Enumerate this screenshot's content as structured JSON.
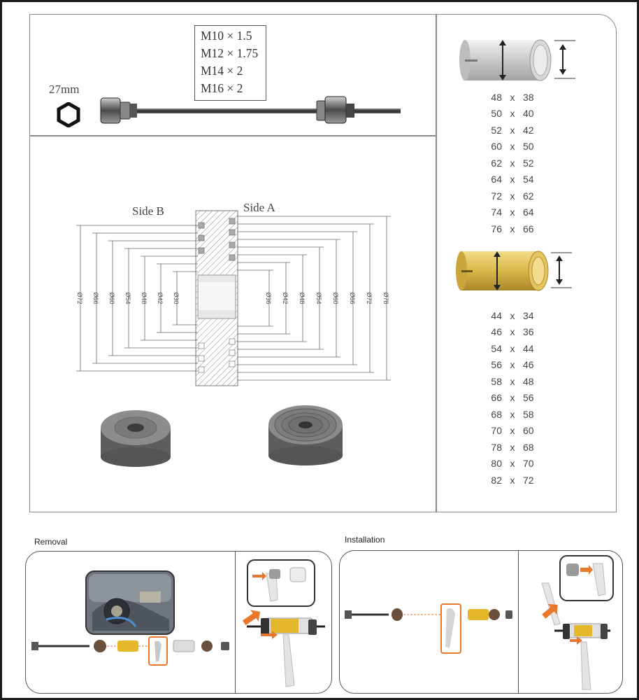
{
  "hex_socket": {
    "label": "27mm"
  },
  "thread_sizes": [
    "M10 × 1.5",
    "M12 × 1.75",
    "M14 × 2",
    "M16 × 2"
  ],
  "diagram": {
    "side_b_label": "Side B",
    "side_a_label": "Side A",
    "dims_side_b": [
      "Ø72",
      "Ø66",
      "Ø60",
      "Ø54",
      "Ø48",
      "Ø42",
      "Ø30"
    ],
    "dims_side_a": [
      "Ø36",
      "Ø42",
      "Ø48",
      "Ø54",
      "Ø60",
      "Ø66",
      "Ø72",
      "Ø78"
    ]
  },
  "silver_sleeves": [
    {
      "a": "48",
      "x": "x",
      "b": "38"
    },
    {
      "a": "50",
      "x": "x",
      "b": "40"
    },
    {
      "a": "52",
      "x": "x",
      "b": "42"
    },
    {
      "a": "60",
      "x": "x",
      "b": "50"
    },
    {
      "a": "62",
      "x": "x",
      "b": "52"
    },
    {
      "a": "64",
      "x": "x",
      "b": "54"
    },
    {
      "a": "72",
      "x": "x",
      "b": "62"
    },
    {
      "a": "74",
      "x": "x",
      "b": "64"
    },
    {
      "a": "76",
      "x": "x",
      "b": "66"
    }
  ],
  "gold_sleeves": [
    {
      "a": "44",
      "x": "x",
      "b": "34"
    },
    {
      "a": "46",
      "x": "x",
      "b": "36"
    },
    {
      "a": "54",
      "x": "x",
      "b": "44"
    },
    {
      "a": "56",
      "x": "x",
      "b": "46"
    },
    {
      "a": "58",
      "x": "x",
      "b": "48"
    },
    {
      "a": "66",
      "x": "x",
      "b": "56"
    },
    {
      "a": "68",
      "x": "x",
      "b": "58"
    },
    {
      "a": "70",
      "x": "x",
      "b": "60"
    },
    {
      "a": "78",
      "x": "x",
      "b": "68"
    },
    {
      "a": "80",
      "x": "x",
      "b": "70"
    },
    {
      "a": "82",
      "x": "x",
      "b": "72"
    }
  ],
  "sections": {
    "removal": "Removal",
    "installation": "Installation"
  },
  "colors": {
    "gold": "#d8b84a",
    "silver": "#dcdcdc",
    "disc": "#707070",
    "accent_orange": "#e8782c",
    "line": "#555555",
    "frame": "#1b1b1b"
  }
}
